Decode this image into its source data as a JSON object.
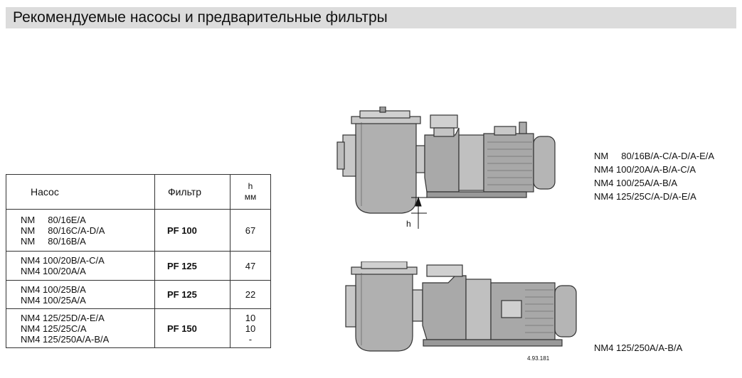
{
  "header": {
    "title": "Рекомендуемые насосы и предварительные фильтры"
  },
  "table": {
    "headers": {
      "pump": "Насос",
      "filter": "Фильтр",
      "h_line1": "h",
      "h_line2": "мм"
    },
    "groups": [
      {
        "pumps": [
          "NM     80/16E/A",
          "NM     80/16C/A-D/A",
          "NM     80/16B/A"
        ],
        "filter": "PF 100",
        "h": [
          "67"
        ]
      },
      {
        "pumps": [
          "NM4 100/20B/A-C/A",
          "NM4 100/20A/A"
        ],
        "filter": "PF 125",
        "h": [
          "47"
        ]
      },
      {
        "pumps": [
          "NM4 100/25B/A",
          "NM4 100/25A/A"
        ],
        "filter": "PF 125",
        "h": [
          "22"
        ]
      },
      {
        "pumps": [
          "NM4 125/25D/A-E/A",
          "NM4 125/25C/A",
          "NM4 125/250A/A-B/A"
        ],
        "filter": "PF 150",
        "h": [
          "10",
          "10",
          "-"
        ]
      }
    ]
  },
  "drawing_top": {
    "h_label": "h",
    "models": [
      "NM     80/16B/A-C/A-D/A-E/A",
      "NM4 100/20A/A-B/A-C/A",
      "NM4 100/25A/A-B/A",
      "NM4 125/25C/A-D/A-E/A"
    ]
  },
  "drawing_bottom": {
    "model": "NM4 125/250A/A-B/A",
    "ref_code": "4.93.181"
  }
}
